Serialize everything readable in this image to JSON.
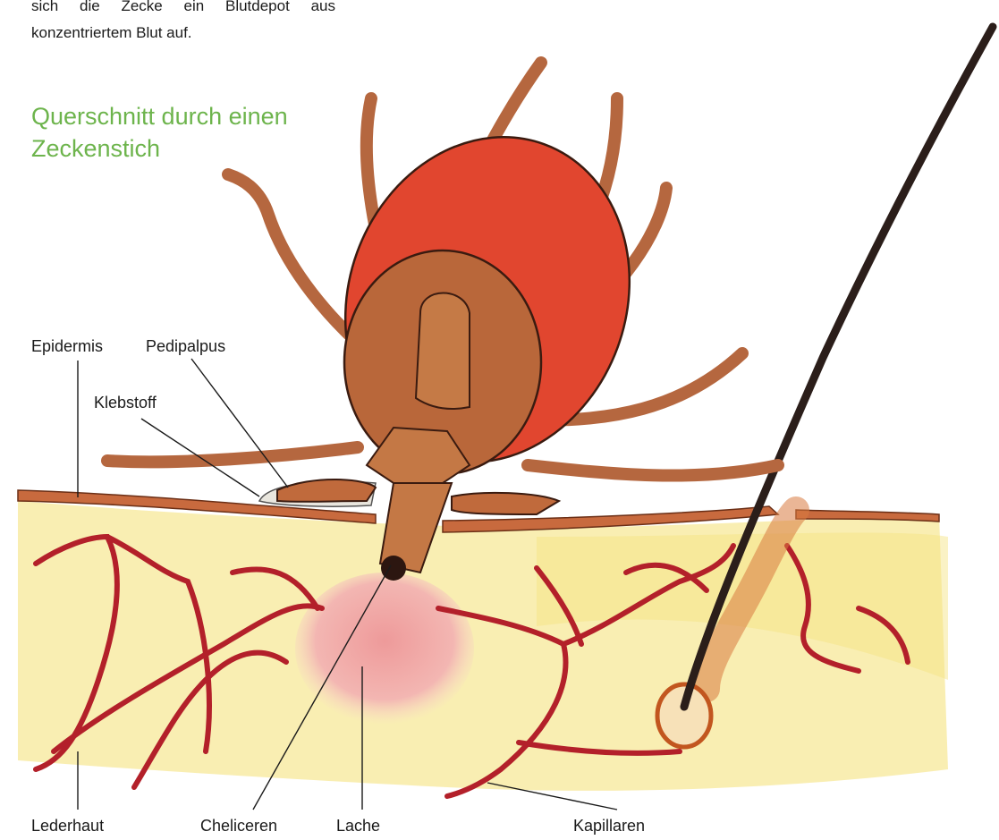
{
  "intro": {
    "line1": "sich die Zecke ein Blutdepot aus",
    "line2": "konzentriertem Blut auf."
  },
  "heading": {
    "line1": "Querschnitt durch einen",
    "line2": "Zeckenstich"
  },
  "labels": {
    "epidermis": "Epidermis",
    "pedipalpus": "Pedipalpus",
    "klebstoff": "Klebstoff",
    "lederhaut": "Lederhaut",
    "cheliceren": "Cheliceren",
    "lache": "Lache",
    "kapillaren": "Kapillaren"
  },
  "colors": {
    "heading": "#6db44c",
    "skin": "#f8ecaa",
    "epidermis": "#c86a3e",
    "tick_shield": "#e1462f",
    "tick_body": "#b9673a",
    "capillary": "#b3202a",
    "blood_pool": "#f0a3a3",
    "hair": "#2b1e1a"
  }
}
